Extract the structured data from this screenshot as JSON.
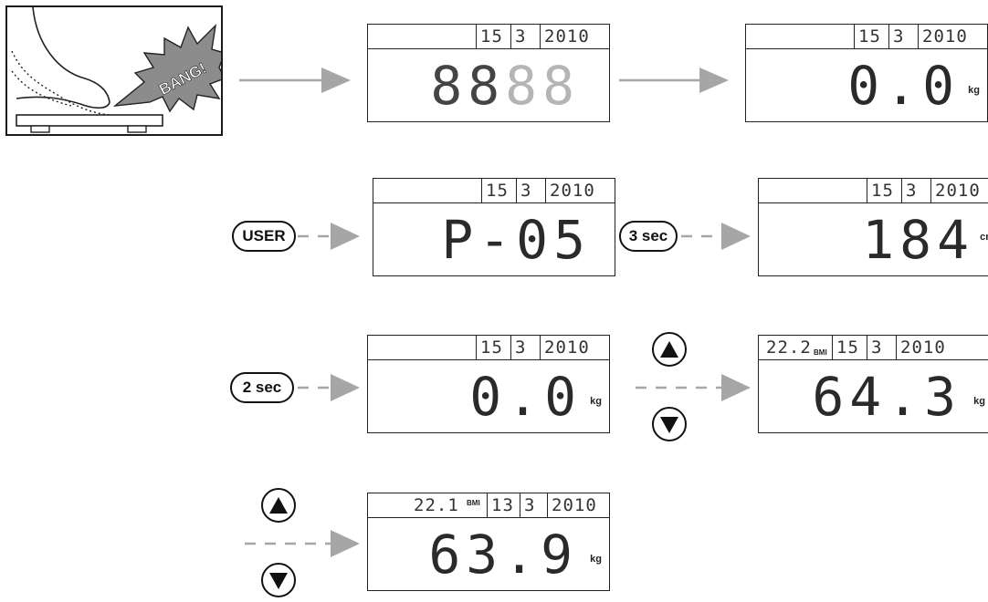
{
  "scene": {
    "burst_text": "BANG!"
  },
  "buttons": {
    "user": "USER",
    "three_sec": "3 sec",
    "two_sec": "2 sec",
    "up": "up-arrow-icon",
    "down": "down-arrow-icon"
  },
  "displays": {
    "d1": {
      "day": "15",
      "month": "3",
      "year": "2010",
      "digits_dark": "88",
      "digits_light": "88"
    },
    "d2": {
      "day": "15",
      "month": "3",
      "year": "2010",
      "value": "0.0",
      "unit": "kg"
    },
    "d3": {
      "day": "15",
      "month": "3",
      "year": "2010",
      "value": "P-05"
    },
    "d4": {
      "day": "15",
      "month": "3",
      "year": "2010",
      "value": "184",
      "unit": "cm"
    },
    "d5": {
      "day": "15",
      "month": "3",
      "year": "2010",
      "value": "0.0",
      "unit": "kg"
    },
    "d6": {
      "bmi": "22.2",
      "bmi_label": "BMI",
      "day": "15",
      "month": "3",
      "year": "2010",
      "value": "64.3",
      "unit": "kg"
    },
    "d7": {
      "bmi": "22.1",
      "bmi_label": "BMI",
      "day": "13",
      "month": "3",
      "year": "2010",
      "value": "63.9",
      "unit": "kg"
    }
  },
  "colors": {
    "arrow": "#a6a6a6",
    "lcd_light": "#b5b5b5"
  }
}
